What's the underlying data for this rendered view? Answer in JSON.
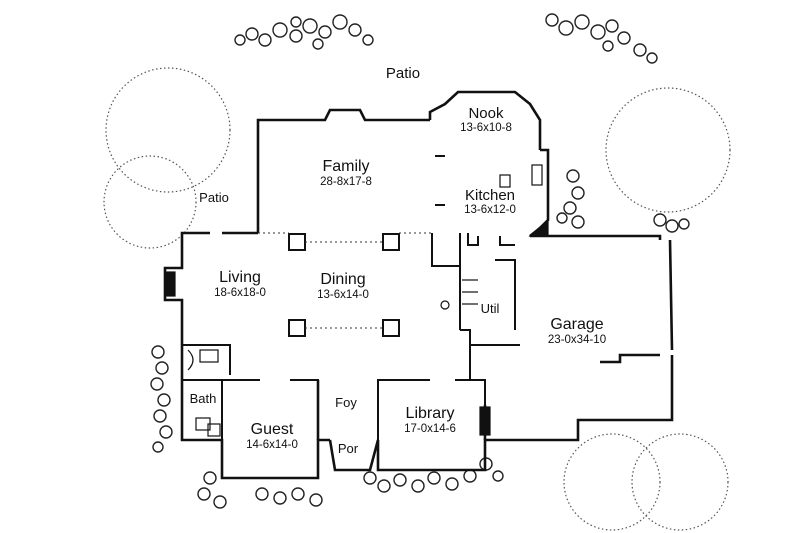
{
  "floor_plan": {
    "labels": {
      "patio_top": "Patio",
      "patio_left": "Patio"
    },
    "rooms": {
      "nook": {
        "name": "Nook",
        "dim": "13-6x10-8"
      },
      "family": {
        "name": "Family",
        "dim": "28-8x17-8"
      },
      "kitchen": {
        "name": "Kitchen",
        "dim": "13-6x12-0"
      },
      "living": {
        "name": "Living",
        "dim": "18-6x18-0"
      },
      "dining": {
        "name": "Dining",
        "dim": "13-6x14-0"
      },
      "util": {
        "name": "Util"
      },
      "garage": {
        "name": "Garage",
        "dim": "23-0x34-10"
      },
      "bath": {
        "name": "Bath"
      },
      "guest": {
        "name": "Guest",
        "dim": "14-6x14-0"
      },
      "foy": {
        "name": "Foy"
      },
      "por": {
        "name": "Por"
      },
      "library": {
        "name": "Library",
        "dim": "17-0x14-6"
      }
    }
  }
}
